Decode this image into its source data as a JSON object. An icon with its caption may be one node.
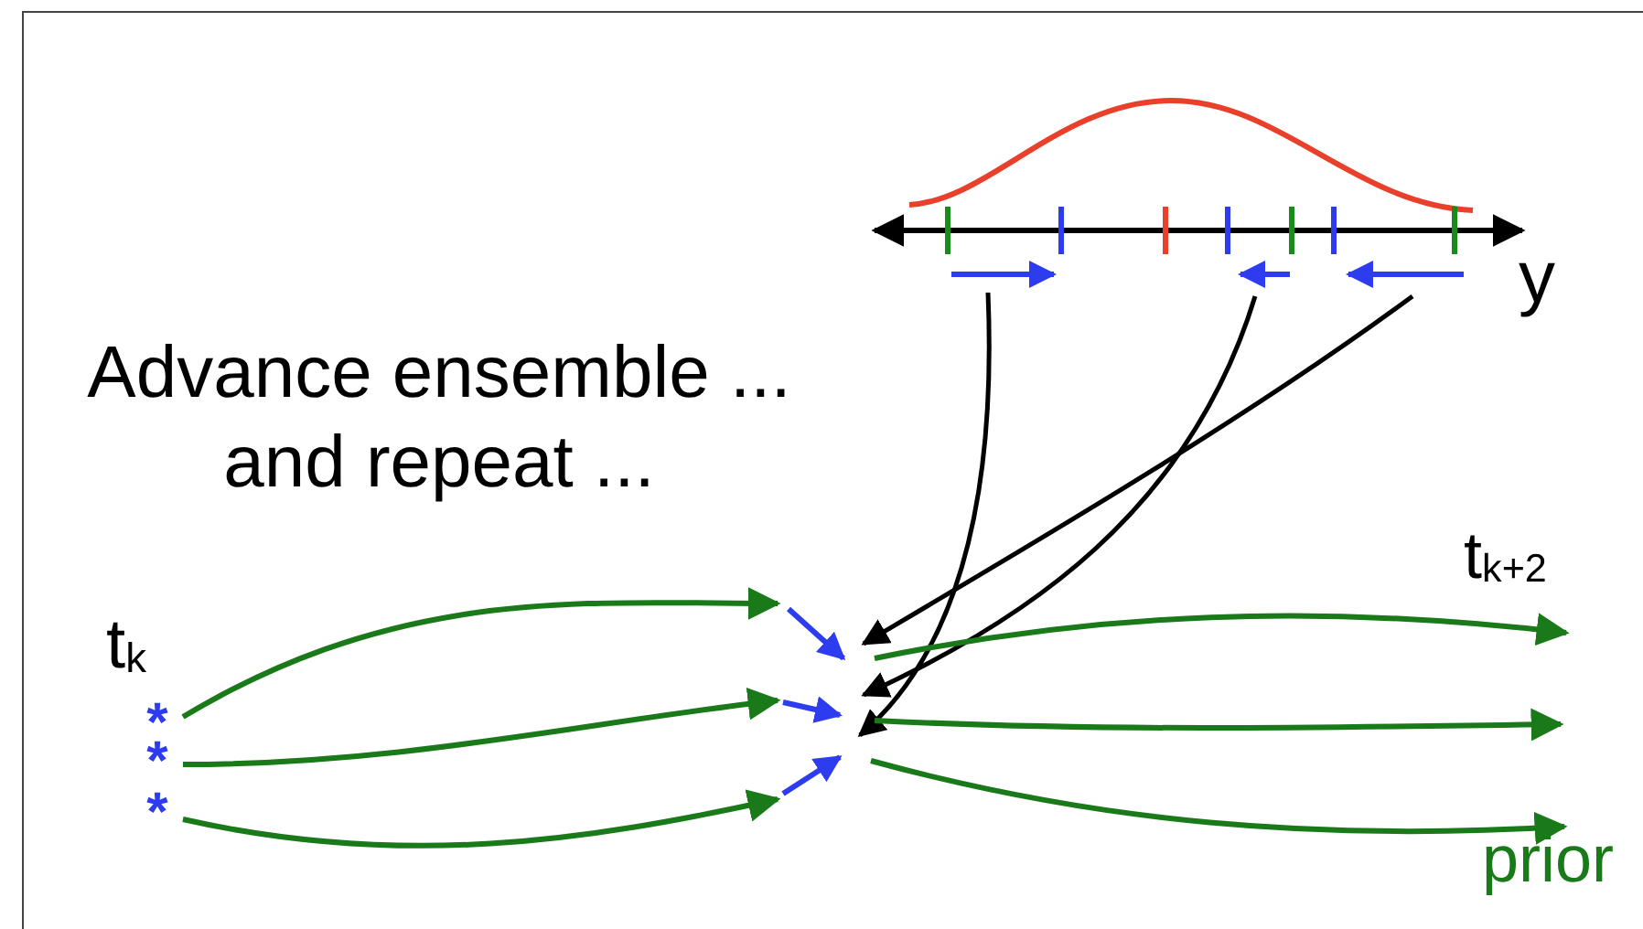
{
  "diagram": {
    "nodes": [
      {
        "text": [
          "*"
        ]
      },
      {
        "text": [
          "*"
        ]
      },
      {
        "text": [
          "*"
        ]
      }
    ],
    "edges": [
      {
        "from": 0,
        "to": null,
        "arrow": "to"
      },
      {
        "from": 1,
        "to": null,
        "arrow": "to"
      },
      {
        "from": 2,
        "to": null,
        "arrow": "to"
      }
    ],
    "labels": [
      "y",
      "Advance ensemble ... and repeat ...",
      "t$_{k+2}$",
      "t$_{k}$",
      "prior"
    ]
  }
}
